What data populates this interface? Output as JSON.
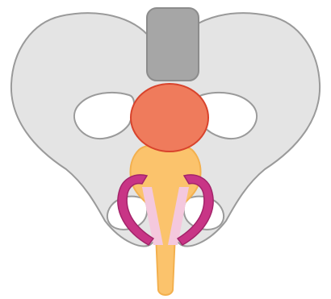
{
  "illustration": {
    "subject": "pelvis anatomy",
    "parts": [
      "pelvic-bone",
      "spine-segment",
      "bladder",
      "prostate",
      "urethra",
      "sling-left",
      "sling-right"
    ]
  },
  "colors": {
    "bone_fill": "#E4E4E4",
    "bone_stroke": "#9A9A9A",
    "spine_fill": "#A6A6A6",
    "spine_stroke": "#8C8C8C",
    "bladder_fill": "#EF7B5C",
    "bladder_stroke": "#D8432C",
    "prostate_fill": "#FBC36C",
    "prostate_stroke": "#F3B04E",
    "sling_fill": "#C83586",
    "sling_stroke": "#A3246A",
    "sling_band": "#F4C8DD",
    "background": "#FFFFFF"
  }
}
